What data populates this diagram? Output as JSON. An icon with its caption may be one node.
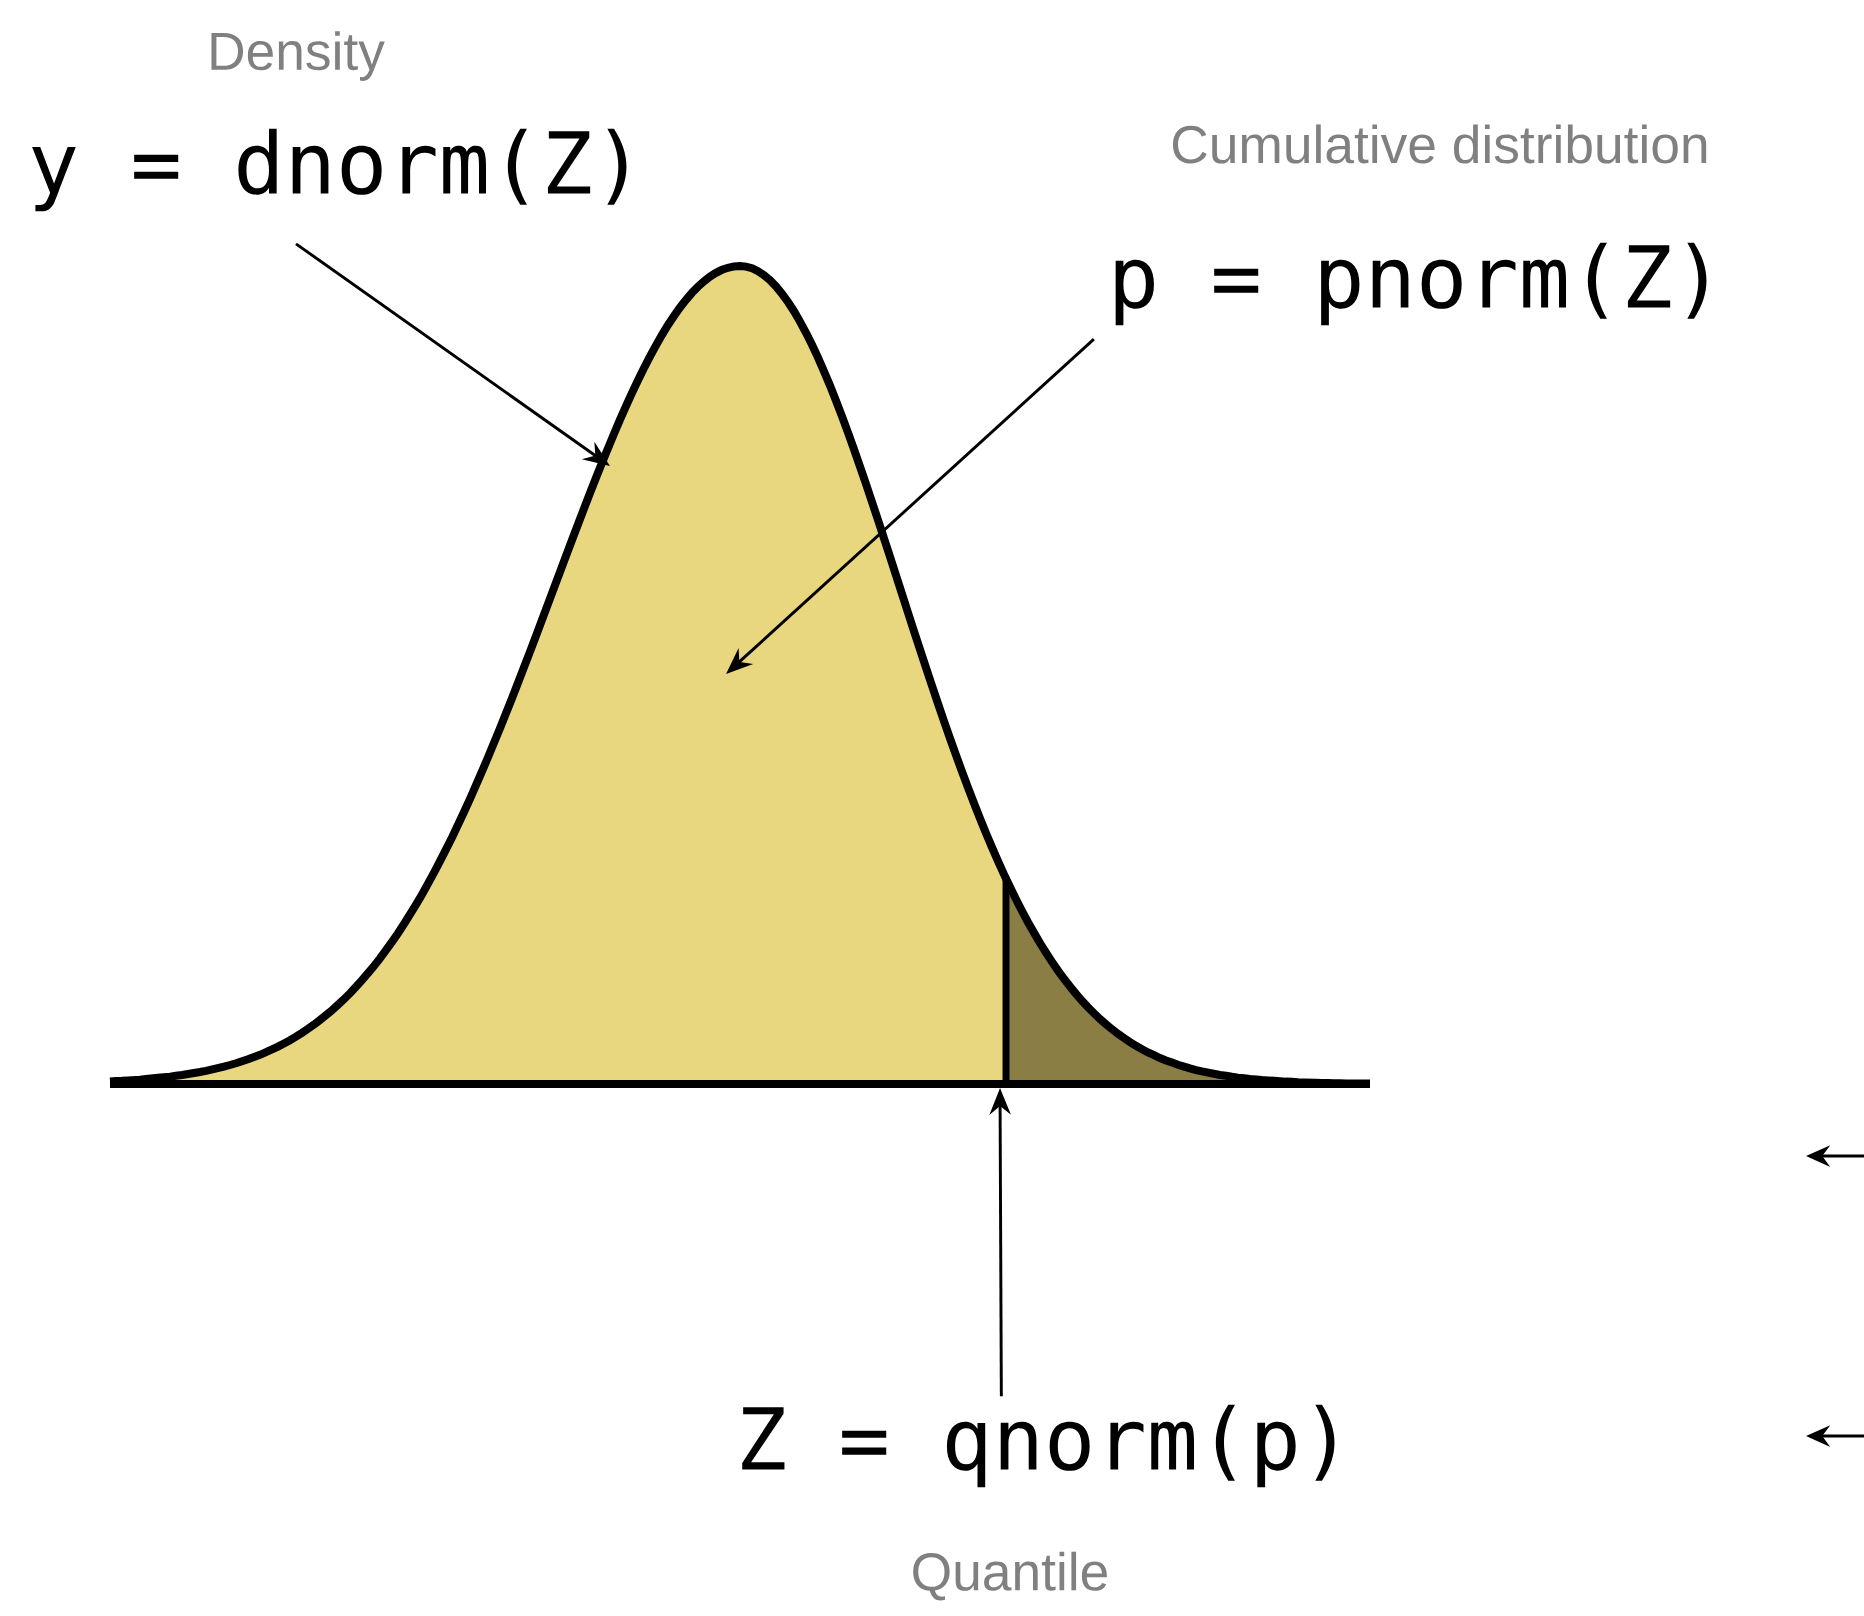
{
  "diagram": {
    "nodes": [
      {
        "text": [
          "y = dnorm(Z)"
        ],
        "beside": [
          "Density"
        ]
      },
      {
        "text": [
          "p = pnorm(Z)"
        ],
        "beside": [
          "Cumulative distribution"
        ]
      },
      {
        "text": [
          "Z = qnorm(p)"
        ],
        "beside": [
          "Quantile"
        ]
      }
    ],
    "edges": [
      {
        "from": 0,
        "to": null,
        "arrow": "to"
      },
      {
        "from": 1,
        "to": null,
        "arrow": "to"
      },
      {
        "from": 2,
        "to": null,
        "arrow": "to"
      }
    ]
  }
}
